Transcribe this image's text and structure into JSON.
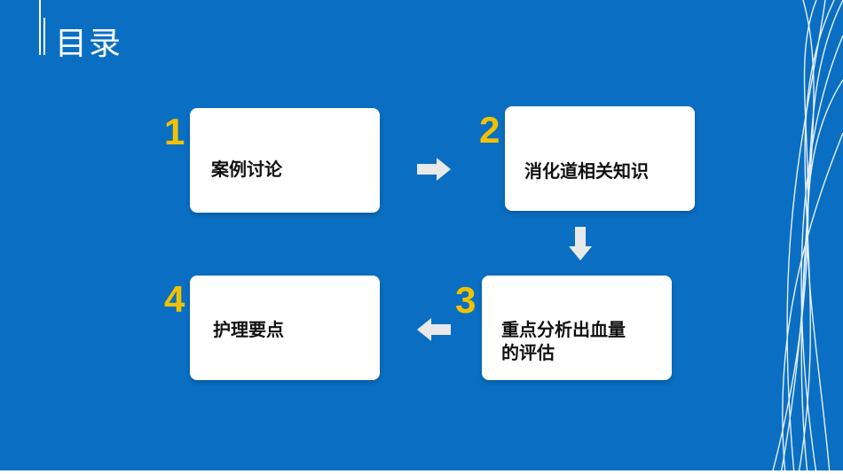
{
  "title": "目录",
  "steps": [
    {
      "number": "1",
      "label": "案例讨论"
    },
    {
      "number": "2",
      "label": "消化道相关知识"
    },
    {
      "number": "3",
      "label_line1": "重点分析出血量",
      "label_line2": "的评估"
    },
    {
      "number": "4",
      "label": "护理要点"
    }
  ],
  "colors": {
    "background": "#0a6fc2",
    "number": "#f2c200",
    "box": "#ffffff",
    "label": "#111111"
  }
}
